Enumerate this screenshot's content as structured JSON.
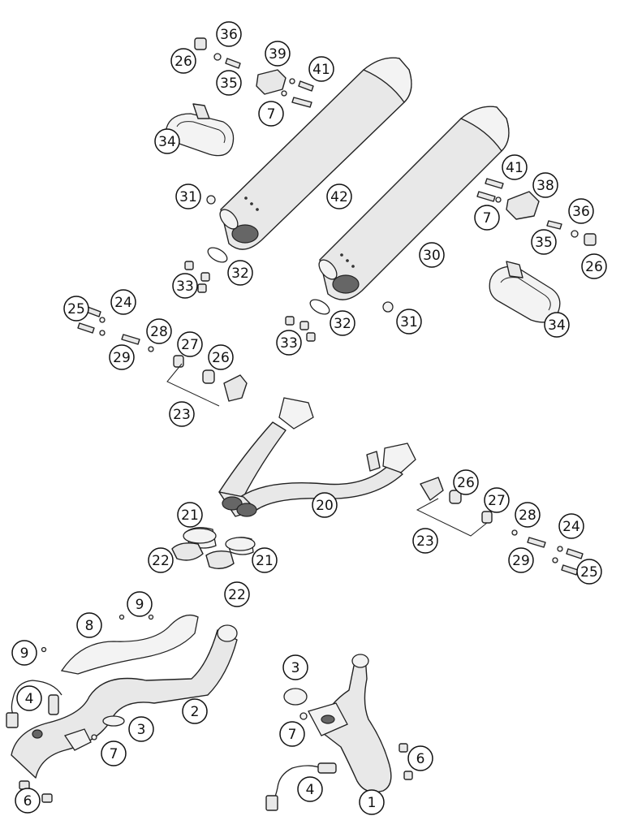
{
  "diagram": {
    "callouts": [
      {
        "id": "c36a",
        "label": "36"
      },
      {
        "id": "c26a",
        "label": "26"
      },
      {
        "id": "c35a",
        "label": "35"
      },
      {
        "id": "c39",
        "label": "39"
      },
      {
        "id": "c41a",
        "label": "41"
      },
      {
        "id": "c7a",
        "label": "7"
      },
      {
        "id": "c34a",
        "label": "34"
      },
      {
        "id": "c31a",
        "label": "31"
      },
      {
        "id": "c42",
        "label": "42"
      },
      {
        "id": "c32a",
        "label": "32"
      },
      {
        "id": "c33a",
        "label": "33"
      },
      {
        "id": "c41b",
        "label": "41"
      },
      {
        "id": "c38",
        "label": "38"
      },
      {
        "id": "c7b",
        "label": "7"
      },
      {
        "id": "c36b",
        "label": "36"
      },
      {
        "id": "c35b",
        "label": "35"
      },
      {
        "id": "c26b",
        "label": "26"
      },
      {
        "id": "c30",
        "label": "30"
      },
      {
        "id": "c34b",
        "label": "34"
      },
      {
        "id": "c32b",
        "label": "32"
      },
      {
        "id": "c31b",
        "label": "31"
      },
      {
        "id": "c33b",
        "label": "33"
      },
      {
        "id": "c25a",
        "label": "25"
      },
      {
        "id": "c24a",
        "label": "24"
      },
      {
        "id": "c28a",
        "label": "28"
      },
      {
        "id": "c29a",
        "label": "29"
      },
      {
        "id": "c27a",
        "label": "27"
      },
      {
        "id": "c26c",
        "label": "26"
      },
      {
        "id": "c23a",
        "label": "23"
      },
      {
        "id": "c20",
        "label": "20"
      },
      {
        "id": "c26d",
        "label": "26"
      },
      {
        "id": "c27b",
        "label": "27"
      },
      {
        "id": "c23b",
        "label": "23"
      },
      {
        "id": "c28b",
        "label": "28"
      },
      {
        "id": "c24b",
        "label": "24"
      },
      {
        "id": "c29b",
        "label": "29"
      },
      {
        "id": "c25b",
        "label": "25"
      },
      {
        "id": "c21a",
        "label": "21"
      },
      {
        "id": "c22a",
        "label": "22"
      },
      {
        "id": "c21b",
        "label": "21"
      },
      {
        "id": "c22b",
        "label": "22"
      },
      {
        "id": "c9a",
        "label": "9"
      },
      {
        "id": "c8",
        "label": "8"
      },
      {
        "id": "c9b",
        "label": "9"
      },
      {
        "id": "c4a",
        "label": "4"
      },
      {
        "id": "c2",
        "label": "2"
      },
      {
        "id": "c3a",
        "label": "3"
      },
      {
        "id": "c7c",
        "label": "7"
      },
      {
        "id": "c6a",
        "label": "6"
      },
      {
        "id": "c3b",
        "label": "3"
      },
      {
        "id": "c7d",
        "label": "7"
      },
      {
        "id": "c6b",
        "label": "6"
      },
      {
        "id": "c4b",
        "label": "4"
      },
      {
        "id": "c1",
        "label": "1"
      }
    ]
  }
}
